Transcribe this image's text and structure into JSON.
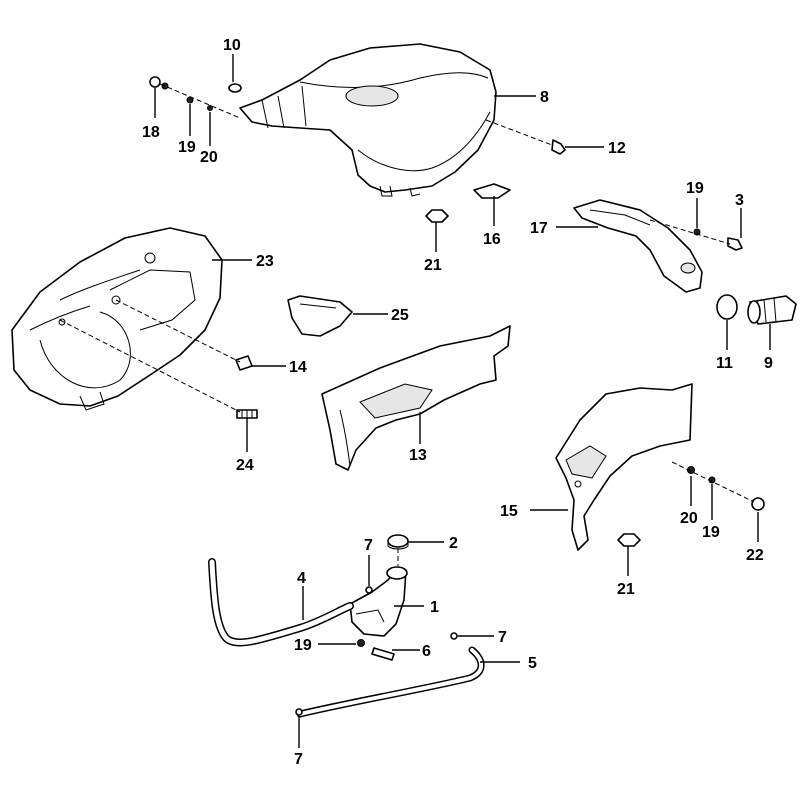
{
  "diagram": {
    "callouts": {
      "c10": "10",
      "c18": "18",
      "c19a": "19",
      "c20a": "20",
      "c8": "8",
      "c12": "12",
      "c21a": "21",
      "c16": "16",
      "c17": "17",
      "c19b": "19",
      "c3": "3",
      "c23": "23",
      "c25": "25",
      "c14": "14",
      "c11": "11",
      "c9": "9",
      "c24": "24",
      "c13": "13",
      "c15": "15",
      "c20b": "20",
      "c19c": "19",
      "c22": "22",
      "c21b": "21",
      "c7a": "7",
      "c2": "2",
      "c4": "4",
      "c1": "1",
      "c19d": "19",
      "c6": "6",
      "c7b": "7",
      "c5": "5",
      "c7c": "7"
    }
  }
}
